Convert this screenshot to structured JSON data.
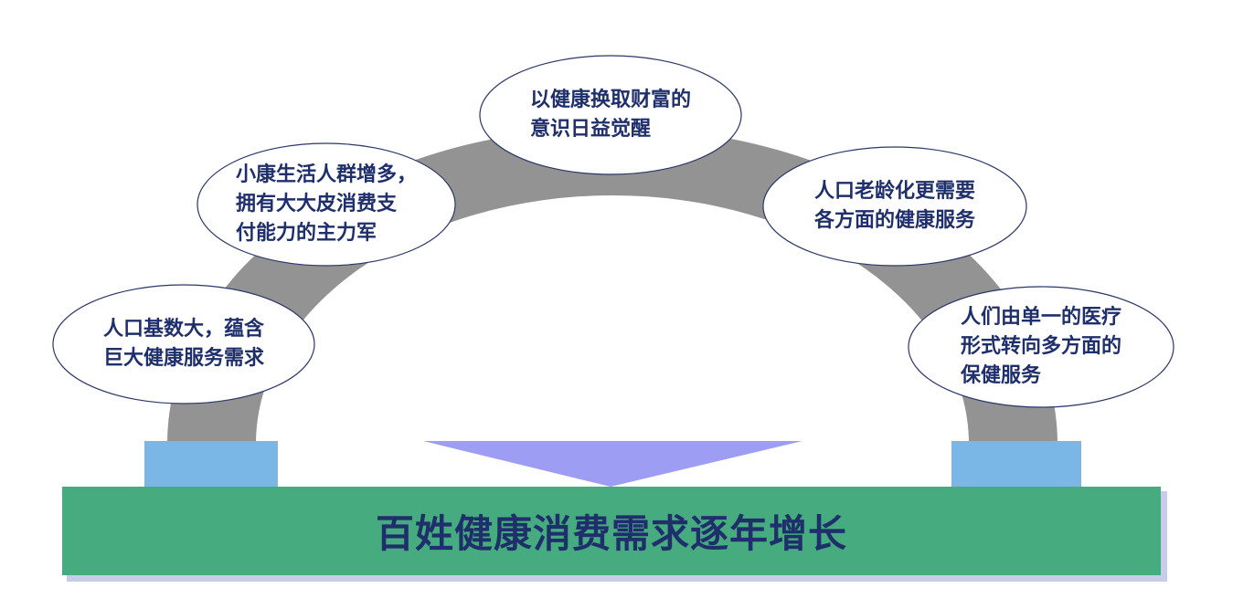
{
  "title": "百姓健康消费需求逐年增长",
  "bubbles": [
    {
      "lines": [
        "人口基数大，蕴含",
        "巨大健康服务需求"
      ]
    },
    {
      "lines": [
        "小康生活人群增多，",
        "拥有大大皮消费支",
        "付能力的主力军"
      ]
    },
    {
      "lines": [
        "以健康换取财富的",
        "意识日益觉醒"
      ]
    },
    {
      "lines": [
        "人口老龄化更需要",
        "各方面的健康服务"
      ]
    },
    {
      "lines": [
        "人们由单一的医疗",
        "形式转向多方面的",
        "保健服务"
      ]
    }
  ],
  "colors": {
    "arch": "#939393",
    "pillar": "#7ab7e6",
    "base": "#46ab7e",
    "base_shadow": "#c7cceb",
    "triangle": "#9d9df3",
    "bubble_fill": "#ffffff",
    "bubble_border": "#2a3768",
    "text": "#1f2f6b"
  }
}
